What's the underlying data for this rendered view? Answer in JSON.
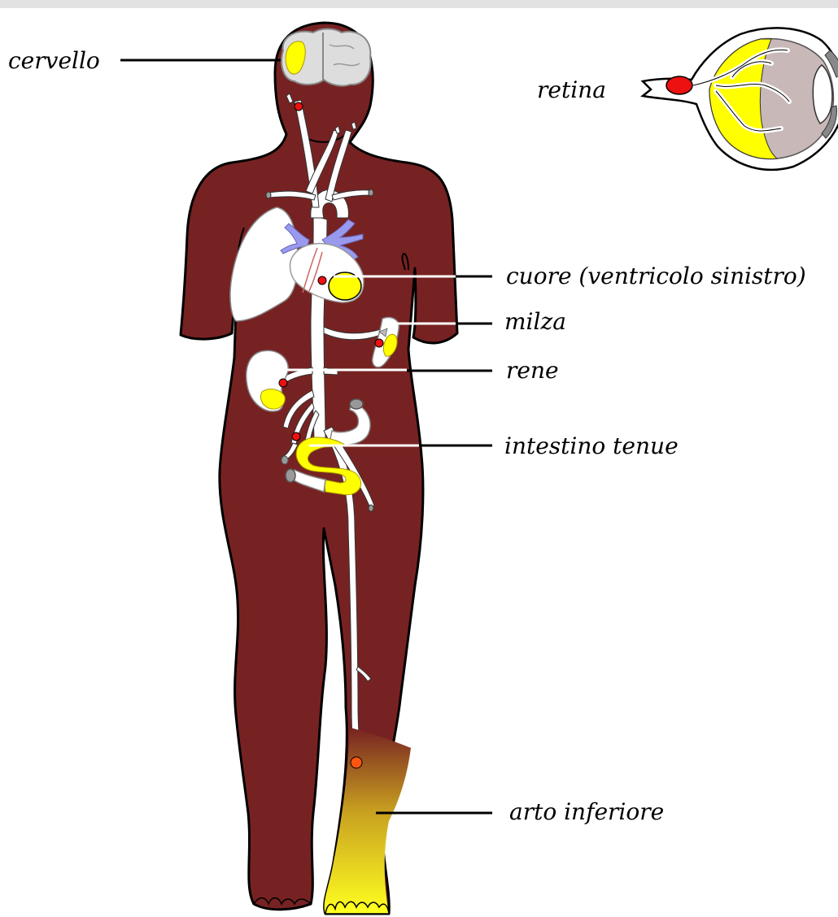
{
  "labels": {
    "cervello": "cervello",
    "retina": "retina",
    "cuore": "cuore (ventricolo sinistro)",
    "milza": "milza",
    "rene": "rene",
    "intestino": "intestino tenue",
    "arto": "arto inferiore"
  },
  "colors": {
    "body": "#772222",
    "outline": "#000000",
    "vessel": "#ffffff",
    "infarct": "#ffff00",
    "embolus": "#ee1111",
    "vein": "#9999ee",
    "brain": "#dddddd",
    "eye_interior": "#c8b8b8"
  }
}
